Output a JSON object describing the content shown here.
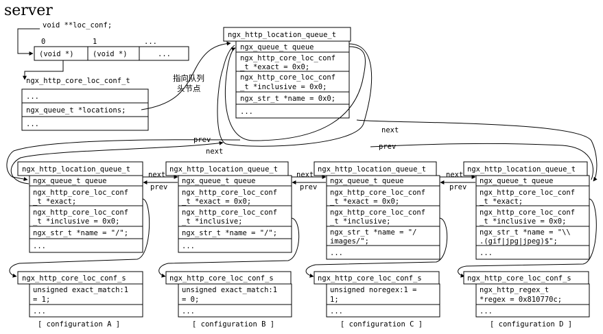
{
  "title": "server",
  "loc_conf_decl": "void **loc_conf;",
  "array": {
    "indices": [
      "0",
      "1",
      "..."
    ],
    "cells": [
      "(void *)",
      "(void *)",
      "..."
    ]
  },
  "core_loc_conf": {
    "header": "ngx_http_core_loc_conf_t",
    "fields": [
      "...",
      "ngx_queue_t *locations;",
      "..."
    ]
  },
  "annotation": [
    "指向队列",
    "头节点"
  ],
  "head_queue": {
    "header": "ngx_http_location_queue_t",
    "fields": [
      "ngx_queue_t queue",
      "ngx_http_core_loc_conf",
      "_t *exact = 0x0;",
      "ngx_http_core_loc_conf",
      "_t *inclusive = 0x0;",
      "ngx_str_t *name = 0x0;",
      "..."
    ]
  },
  "link_labels": {
    "next": "next",
    "prev": "prev"
  },
  "queues": [
    {
      "header": "ngx_http_location_queue_t",
      "fields": [
        "ngx_queue_t queue",
        "ngx_http_core_loc_conf",
        "_t *exact;",
        "ngx_http_core_loc_conf",
        "_t *inclusive = 0x0;",
        "ngx_str_t *name = \"/\";",
        "..."
      ]
    },
    {
      "header": "ngx_http_location_queue_t",
      "fields": [
        "ngx_queue_t queue",
        "ngx_http_core_loc_conf",
        "_t *exact = 0x0;",
        "ngx_http_core_loc_conf",
        "_t *inclusive;",
        "ngx_str_t *name = \"/\";",
        "..."
      ]
    },
    {
      "header": "ngx_http_location_queue_t",
      "fields": [
        "ngx_queue_t queue",
        "ngx_http_core_loc_conf",
        "_t *exact = 0x0;",
        "ngx_http_core_loc_conf",
        "_t *inclusive;",
        "ngx_str_t *name = \"/",
        "images/\";",
        "..."
      ]
    },
    {
      "header": "ngx_http_location_queue_t",
      "fields": [
        "ngx_queue_t queue",
        "ngx_http_core_loc_conf",
        "_t *exact;",
        "ngx_http_core_loc_conf",
        "_t *inclusive = 0x0;",
        "ngx_str_t *name = \"\\\\",
        ".(gif|jpg|jpeg)$\";",
        "..."
      ]
    }
  ],
  "confs": [
    {
      "header": "ngx_http_core_loc_conf_s",
      "fields": [
        "unsigned exact_match:1",
        "= 1;",
        "..."
      ],
      "caption": "[ configuration A ]"
    },
    {
      "header": "ngx_http_core_loc_conf_s",
      "fields": [
        "unsigned exact_match:1",
        "= 0;",
        "..."
      ],
      "caption": "[ configuration B ]"
    },
    {
      "header": "ngx_http_core_loc_conf_s",
      "fields": [
        "unsigned noregex:1 =",
        "1;",
        "..."
      ],
      "caption": "[ configuration C ]"
    },
    {
      "header": "ngx_http_core_loc_conf_s",
      "fields": [
        "ngx_http_regex_t",
        "*regex = 0x810770c;",
        "..."
      ],
      "caption": "[ configuration D ]"
    }
  ]
}
